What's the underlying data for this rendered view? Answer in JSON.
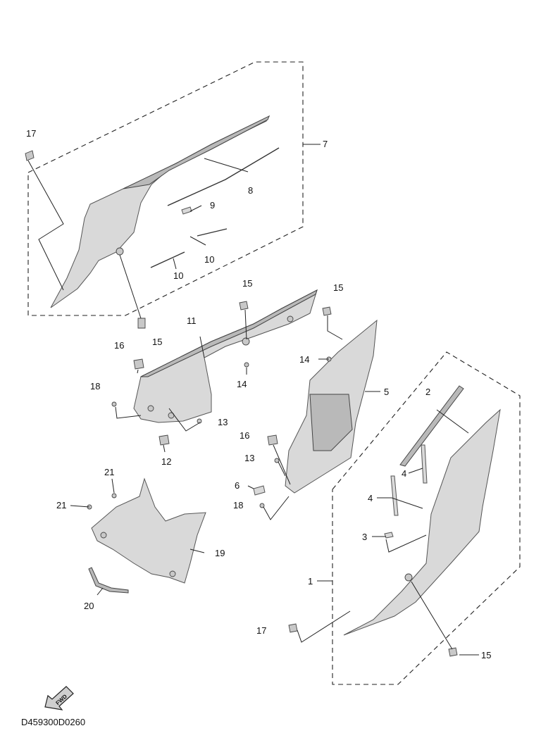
{
  "diagram": {
    "code": "D459300D0260",
    "fwd_label": "FWD",
    "callouts": {
      "p1": "1",
      "p2": "2",
      "p3": "3",
      "p4a": "4",
      "p4b": "4",
      "p5": "5",
      "p6": "6",
      "p7": "7",
      "p8": "8",
      "p9": "9",
      "p10a": "10",
      "p10b": "10",
      "p11": "11",
      "p12": "12",
      "p13a": "13",
      "p13b": "13",
      "p14a": "14",
      "p14b": "14",
      "p15a": "15",
      "p15b": "15",
      "p15c": "15",
      "p15d": "15",
      "p16a": "16",
      "p16b": "16",
      "p17a": "17",
      "p17b": "17",
      "p18a": "18",
      "p18b": "18",
      "p19": "19",
      "p20": "20",
      "p21a": "21",
      "p21b": "21"
    }
  }
}
